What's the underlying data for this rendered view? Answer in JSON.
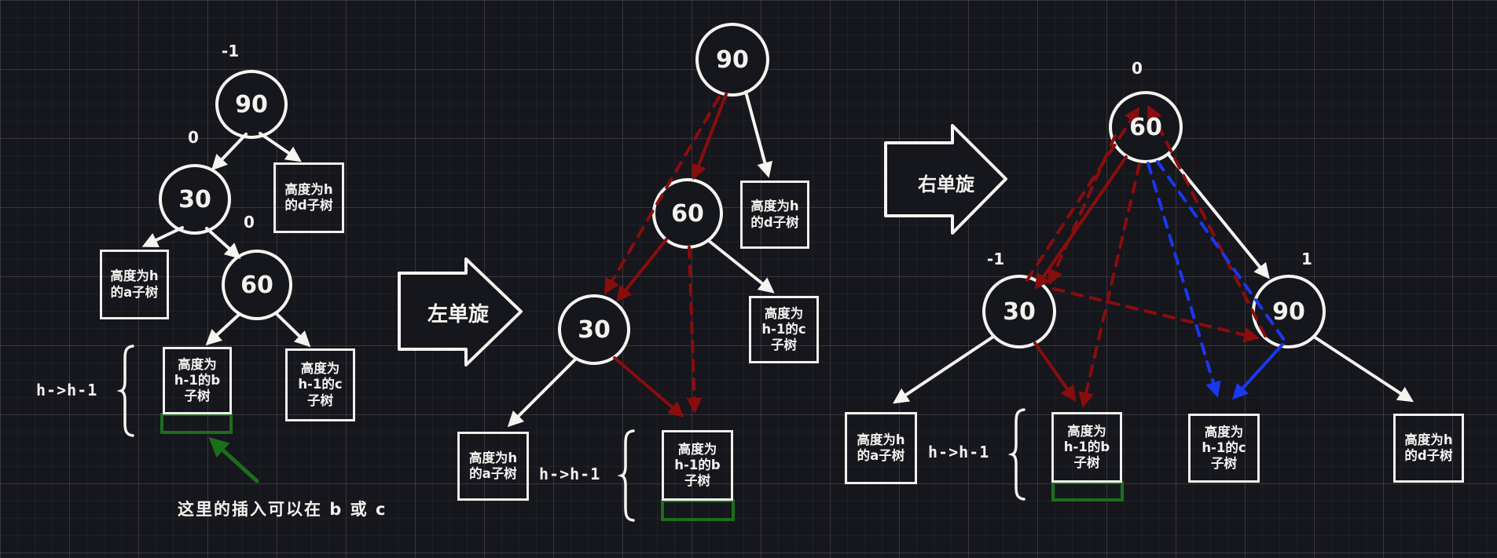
{
  "title": "AVL rotation diagram",
  "nodes": {
    "n90": "90",
    "n30": "30",
    "n60": "60"
  },
  "boxes": {
    "a": [
      "高度为h",
      "的a子树"
    ],
    "b": [
      "高度为",
      "h-1的b",
      "子树"
    ],
    "c": [
      "高度为",
      "h-1的c",
      "子树"
    ],
    "d": [
      "高度为h",
      "的d子树"
    ]
  },
  "balance": {
    "left_root": "-1",
    "left_30": "0",
    "left_60": "0",
    "right_60": "0",
    "right_30": "-1",
    "right_90": "1"
  },
  "labels": {
    "height_change": "h->h-1",
    "left_rotation": "左单旋",
    "right_rotation": "右单旋",
    "insert_note": "这里的插入可以在 b 或 c"
  },
  "colors": {
    "background": "#16161d",
    "stroke": "#f4f4f0",
    "move_red": "#8a0d0d",
    "move_blue": "#1a38f0",
    "insert_green": "#1b6f1b"
  }
}
